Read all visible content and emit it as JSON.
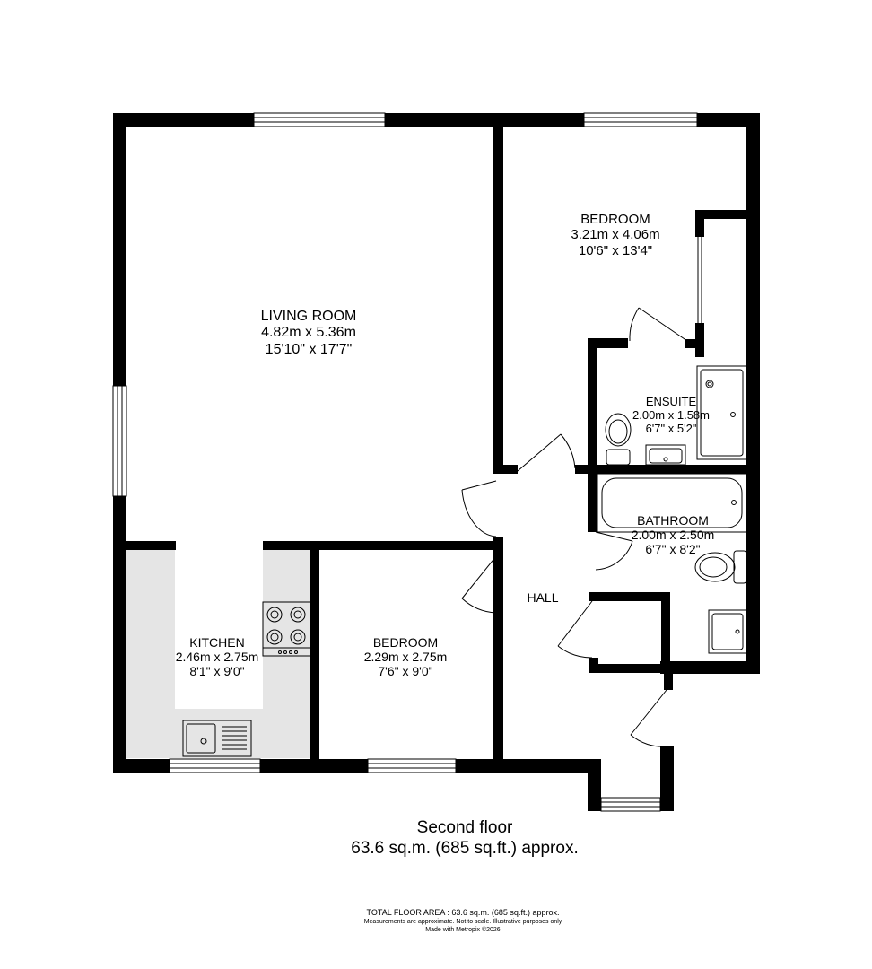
{
  "rooms": {
    "living_room": {
      "name": "LIVING ROOM",
      "metric": "4.82m  x 5.36m",
      "imperial": "15'10\"  x 17'7\""
    },
    "bedroom_main": {
      "name": "BEDROOM",
      "metric": "3.21m  x 4.06m",
      "imperial": "10'6\"  x 13'4\""
    },
    "ensuite": {
      "name": "ENSUITE",
      "metric": "2.00m  x 1.58m",
      "imperial": "6'7\"  x 5'2\""
    },
    "bathroom": {
      "name": "BATHROOM",
      "metric": "2.00m  x 2.50m",
      "imperial": "6'7\"  x 8'2\""
    },
    "hall": {
      "name": "HALL"
    },
    "kitchen": {
      "name": "KITCHEN",
      "metric": "2.46m  x 2.75m",
      "imperial": "8'1\"  x 9'0\""
    },
    "bedroom_second": {
      "name": "BEDROOM",
      "metric": "2.29m  x 2.75m",
      "imperial": "7'6\"  x 9'0\""
    }
  },
  "floor": {
    "name": "Second floor",
    "area": "63.6 sq.m. (685 sq.ft.) approx."
  },
  "footer": {
    "total": "TOTAL FLOOR AREA : 63.6 sq.m. (685 sq.ft.) approx.",
    "disclaimer": "Measurements are approximate.  Not to scale.  Illustrative purposes only",
    "made_with": "Made with Metropix ©2026"
  },
  "colors": {
    "wall": "#000000",
    "kitchen_floor": "#e5e5e5",
    "background": "#ffffff"
  }
}
